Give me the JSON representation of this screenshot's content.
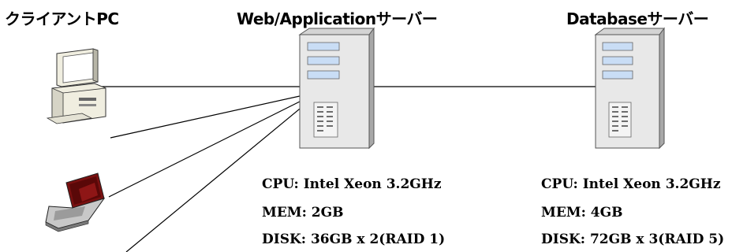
{
  "nodes": {
    "client": {
      "label": "クライアントPC"
    },
    "app_server": {
      "label": "Web/Applicationサーバー",
      "specs": {
        "cpu": "CPU: Intel Xeon 3.2GHz",
        "mem": "MEM: 2GB",
        "disk": "DISK: 36GB x 2(RAID 1)"
      }
    },
    "db_server": {
      "label": "Databaseサーバー",
      "specs": {
        "cpu": "CPU: Intel Xeon 3.2GHz",
        "mem": "MEM: 4GB",
        "disk": "DISK: 72GB x 3(RAID 5)"
      }
    }
  },
  "icons": {
    "desktop": "desktop-pc-icon",
    "laptop": "laptop-icon",
    "server": "server-tower-icon"
  },
  "colors": {
    "line": "#000000",
    "server_body": "#e8e8e8",
    "server_shade": "#a8a8a8",
    "server_panel": "#c9ddf5",
    "laptop_screen": "#7a1010",
    "pc_body": "#f0eee0"
  }
}
